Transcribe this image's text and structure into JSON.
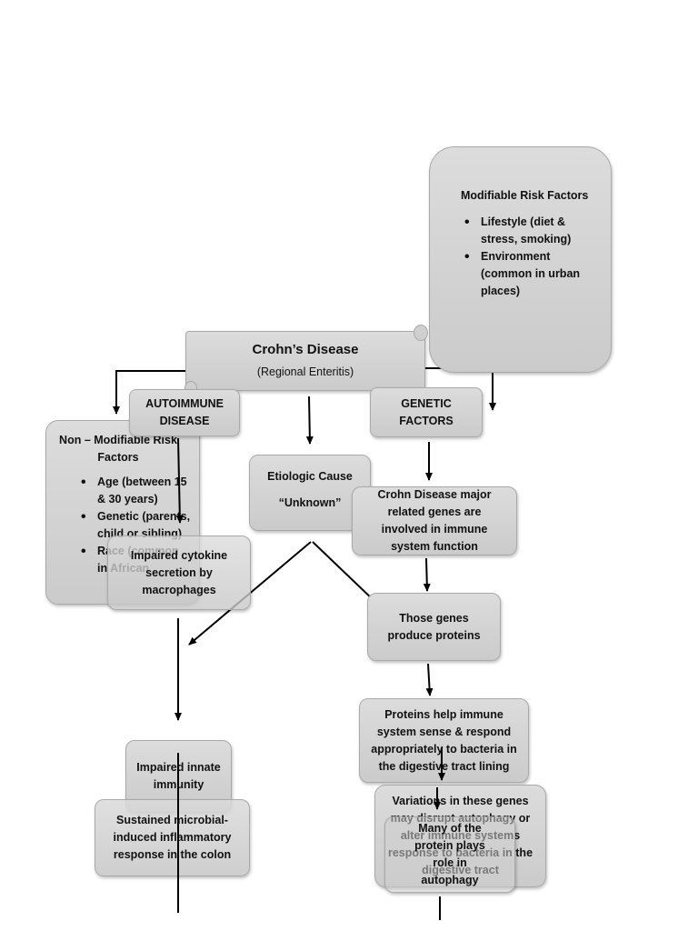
{
  "modifiable": {
    "title": "Modifiable Risk Factors",
    "items": [
      "Lifestyle (diet & stress, smoking)",
      "Environment (common in urban places)"
    ]
  },
  "main": {
    "title": "Crohn’s Disease",
    "subtitle": "(Regional Enteritis)"
  },
  "autoimmune": {
    "label": "AUTOIMMUNE DISEASE"
  },
  "genetic": {
    "label": "GENETIC FACTORS"
  },
  "non_modifiable": {
    "title": "Non – Modifiable Risk Factors",
    "items": [
      "Age (between 15 & 30 years)",
      "Genetic (parents, child or sibling)",
      "Race (common in African"
    ]
  },
  "etiologic": {
    "title": "Etiologic Cause",
    "value": "“Unknown”"
  },
  "major_genes": {
    "label": "Crohn Disease major related genes are involved in immune system function"
  },
  "cytokine": {
    "label": "Impaired cytokine secretion by macrophages"
  },
  "genes_produce": {
    "label": "Those genes produce proteins"
  },
  "proteins_help": {
    "label": "Proteins help immune system sense & respond appropriately to bacteria in the digestive tract lining"
  },
  "innate": {
    "label": "Impaired innate immunity"
  },
  "sustained": {
    "label": "Sustained microbial-induced inflammatory response in the colon"
  },
  "variations": {
    "label": "Variations in these genes may disrupt autophagy or alter immune systems response to bacteria in the digestive tract"
  },
  "many_protein": {
    "label": "Many of the protein plays role in autophagy"
  }
}
